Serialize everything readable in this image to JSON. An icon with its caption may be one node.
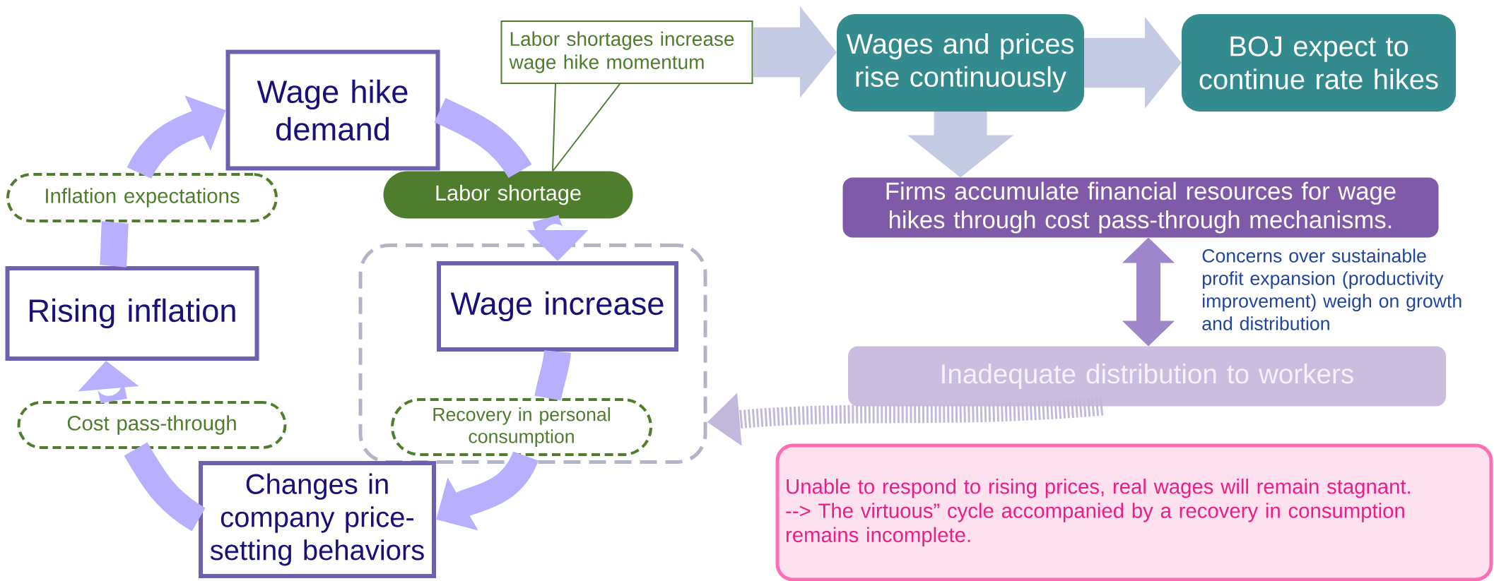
{
  "diagram": {
    "nodes": [
      {
        "text": [
          "Wage hike demand"
        ]
      },
      {
        "text": [
          "Inflation expectations"
        ]
      },
      {
        "text": [
          "Labor shortage"
        ]
      },
      {
        "text": [
          "Rising inflation"
        ]
      },
      {
        "text": [],
        "shape": "box"
      },
      {
        "text": [
          "Wage increase"
        ],
        "in": 4
      },
      {
        "text": [
          "Cost pass-through"
        ]
      },
      {
        "text": [
          "Recovery in personal consumption"
        ],
        "in": 4
      },
      {
        "text": [
          "Changes in company price-setting behaviors"
        ]
      },
      {
        "text": [
          "Labor shortages increase wage hike momentum"
        ]
      },
      {
        "text": [
          "Wages and prices rise continuously"
        ]
      },
      {
        "text": [
          "BOJ expect to continue rate hikes"
        ]
      },
      {
        "text": [
          "Firms accumulate financial resources for wage hikes through cost pass-through mechanisms."
        ]
      },
      {
        "text": [
          "Inadequate distribution to workers"
        ]
      },
      {
        "text": [
          "Unable to respond to rising prices, real wages will remain stagnant.",
          "--> The virtuous” cycle accompanied by a recovery in consumption remains incomplete."
        ]
      }
    ],
    "edges": [
      {
        "from": 0,
        "to": 2,
        "arrow": "none"
      },
      {
        "from": 2,
        "to": 5,
        "arrow": "to"
      },
      {
        "from": 5,
        "to": 7,
        "arrow": "none"
      },
      {
        "from": 7,
        "to": 8,
        "arrow": "to"
      },
      {
        "from": 8,
        "to": 6,
        "arrow": "none"
      },
      {
        "from": 6,
        "to": 3,
        "arrow": "to"
      },
      {
        "from": 3,
        "to": 1,
        "arrow": "none"
      },
      {
        "from": 1,
        "to": 0,
        "arrow": "to"
      },
      {
        "from": 9,
        "to": 10,
        "arrow": "to",
        "style": "thick",
        "color": "#c5cae4"
      },
      {
        "from": 10,
        "to": 11,
        "arrow": "to",
        "style": "thick",
        "color": "#c5cae4"
      },
      {
        "from": 10,
        "to": 12,
        "arrow": "to",
        "style": "thick",
        "color": "#c5cae4"
      },
      {
        "from": 12,
        "to": 13,
        "arrow": "both",
        "color": "#9d86c9",
        "label": "Concerns over sustainable profit expansion (productivity improvement) weigh on growth and distribution"
      },
      {
        "from": 13,
        "to": 4,
        "arrow": "to",
        "style": "dashed",
        "color": "#c2b8dc"
      },
      {
        "from": 9,
        "to": 2,
        "arrow": "none",
        "color": "#4e7d2e"
      }
    ]
  }
}
